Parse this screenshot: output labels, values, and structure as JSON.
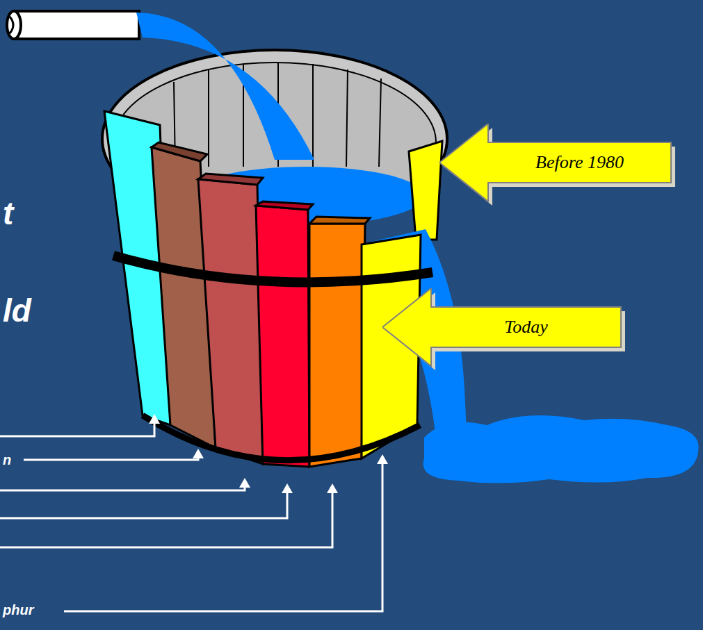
{
  "diagram": {
    "nodes": [
      {
        "text": [
          "Before 1980"
        ]
      },
      {
        "text": [
          "Today"
        ]
      }
    ],
    "labels": [
      "t",
      "ld",
      "n",
      "phur"
    ]
  }
}
